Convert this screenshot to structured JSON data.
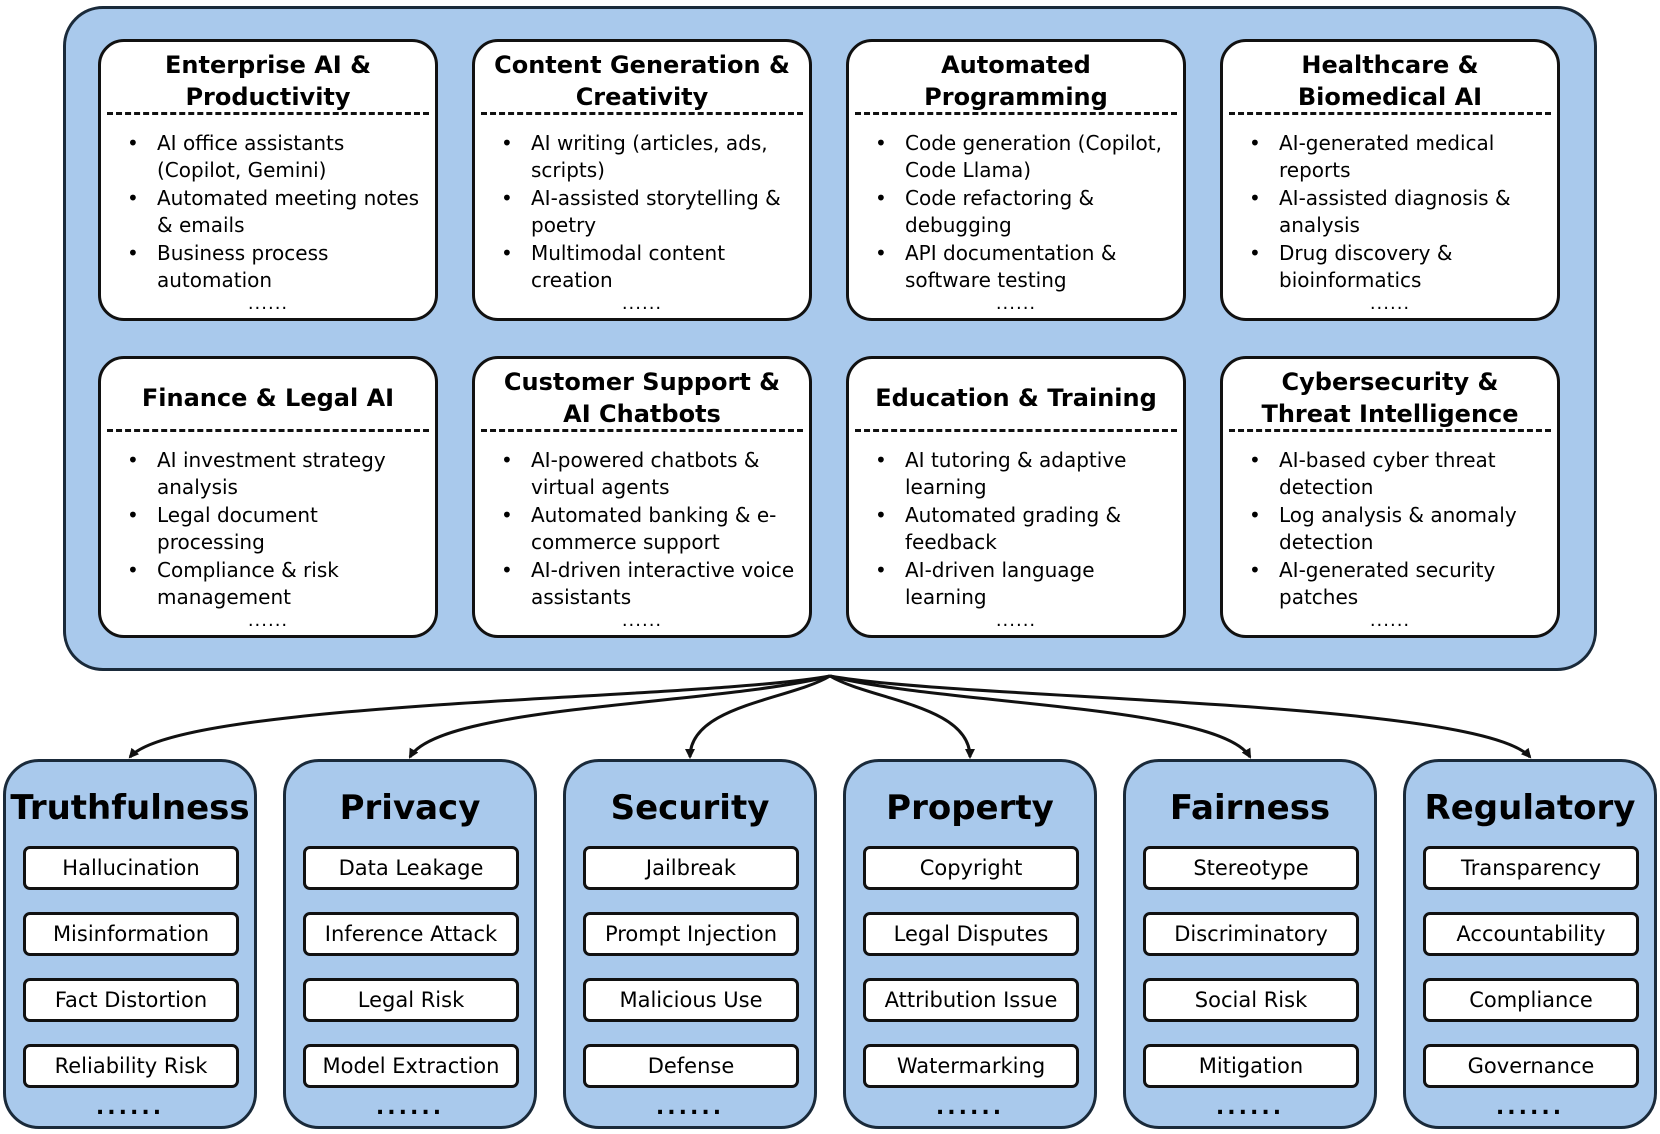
{
  "applications": [
    {
      "title": "Enterprise AI & Productivity",
      "items": [
        "AI office assistants (Copilot, Gemini)",
        "Automated meeting notes & emails",
        "Business process automation"
      ],
      "more": "......"
    },
    {
      "title": "Content Generation & Creativity",
      "items": [
        "AI writing (articles, ads, scripts)",
        "AI-assisted storytelling & poetry",
        "Multimodal content creation"
      ],
      "more": "......"
    },
    {
      "title": "Automated Programming",
      "items": [
        "Code generation (Copilot, Code Llama)",
        "Code refactoring & debugging",
        "API documentation & software testing"
      ],
      "more": "......"
    },
    {
      "title": "Healthcare & Biomedical AI",
      "items": [
        "AI-generated medical reports",
        "AI-assisted diagnosis & analysis",
        "Drug discovery & bioinformatics"
      ],
      "more": "......"
    },
    {
      "title": "Finance & Legal AI",
      "items": [
        "AI investment strategy analysis",
        "Legal document processing",
        "Compliance & risk management"
      ],
      "more": "......"
    },
    {
      "title": "Customer Support & AI Chatbots",
      "items": [
        "AI-powered chatbots & virtual agents",
        "Automated banking & e-commerce support",
        "AI-driven interactive voice assistants"
      ],
      "more": "......"
    },
    {
      "title": "Education & Training",
      "items": [
        "AI tutoring & adaptive learning",
        "Automated grading & feedback",
        "AI-driven language learning"
      ],
      "more": "......"
    },
    {
      "title": "Cybersecurity & Threat Intelligence",
      "items": [
        "AI-based cyber threat detection",
        "Log analysis & anomaly detection",
        "AI-generated security patches"
      ],
      "more": "......"
    }
  ],
  "risks": [
    {
      "title": "Truthfulness",
      "items": [
        "Hallucination",
        "Misinformation",
        "Fact Distortion",
        "Reliability Risk"
      ],
      "more": "......"
    },
    {
      "title": "Privacy",
      "items": [
        "Data Leakage",
        "Inference Attack",
        "Legal Risk",
        "Model Extraction"
      ],
      "more": "......"
    },
    {
      "title": "Security",
      "items": [
        "Jailbreak",
        "Prompt Injection",
        "Malicious Use",
        "Defense"
      ],
      "more": "......"
    },
    {
      "title": "Property",
      "items": [
        "Copyright",
        "Legal Disputes",
        "Attribution Issue",
        "Watermarking"
      ],
      "more": "......"
    },
    {
      "title": "Fairness",
      "items": [
        "Stereotype",
        "Discriminatory",
        "Social Risk",
        "Mitigation"
      ],
      "more": "......"
    },
    {
      "title": "Regulatory",
      "items": [
        "Transparency",
        "Accountability",
        "Compliance",
        "Governance"
      ],
      "more": "......"
    }
  ],
  "colors": {
    "panel_fill": "#a9c9ec",
    "border": "#111111",
    "card_fill": "#ffffff"
  }
}
